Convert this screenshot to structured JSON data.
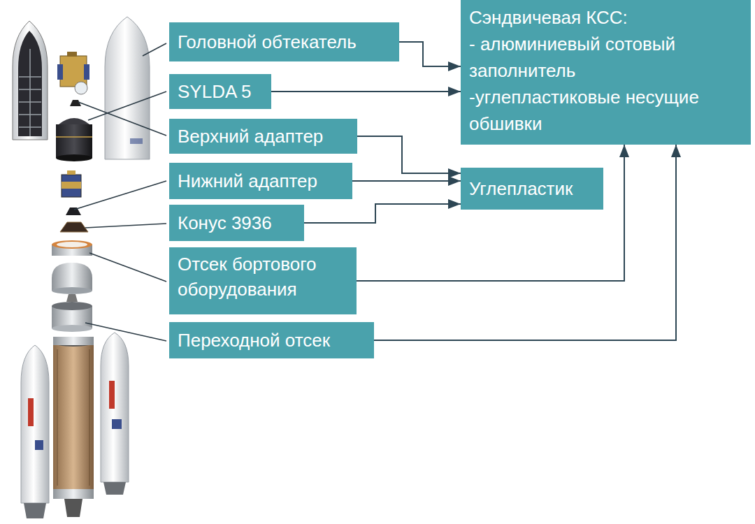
{
  "diagram": {
    "nodes": [
      {
        "text": [
          "Сэндвичевая КСС:",
          "- алюминиевый сотовый заполнитель",
          "-углепластиковые несущие обшивки"
        ]
      },
      {
        "text": [
          "Головной обтекатель"
        ]
      },
      {
        "text": [
          "SYLDA 5"
        ]
      },
      {
        "text": [
          "Верхний адаптер"
        ]
      },
      {
        "text": [
          "Углепластик"
        ]
      },
      {
        "text": [
          "Нижний адаптер"
        ]
      },
      {
        "text": [
          "Конус 3936"
        ]
      },
      {
        "text": [
          "Отсек бортового оборудования"
        ]
      },
      {
        "text": [
          "Переходной отсек"
        ]
      }
    ],
    "edges": [
      {
        "from": 1,
        "to": 0,
        "arrow": "to"
      },
      {
        "from": 2,
        "to": 0,
        "arrow": "to"
      },
      {
        "from": 3,
        "to": 4,
        "arrow": "to"
      },
      {
        "from": 5,
        "to": 4,
        "arrow": "to"
      },
      {
        "from": 6,
        "to": 4,
        "arrow": "to"
      },
      {
        "from": 7,
        "to": 0,
        "arrow": "to"
      },
      {
        "from": 8,
        "to": 0,
        "arrow": "to"
      }
    ]
  }
}
